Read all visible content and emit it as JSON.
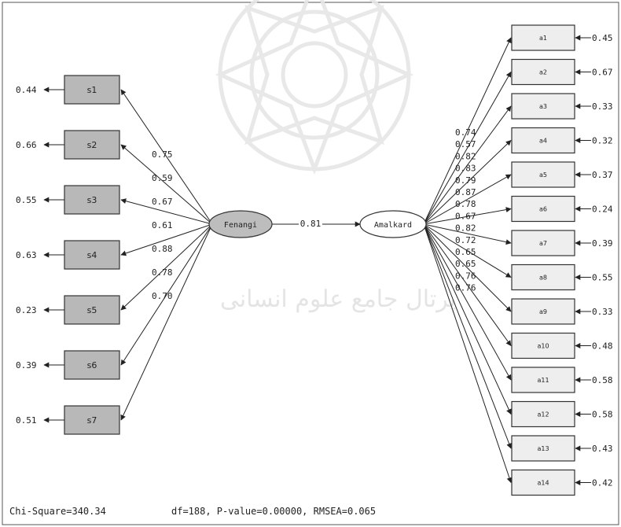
{
  "latent": {
    "left": {
      "label": "Fenangi"
    },
    "right": {
      "label": "Amalkard"
    },
    "path_coefficient": "0.81"
  },
  "left_indicators": [
    {
      "label": "s1",
      "loading": "0.75",
      "error": "0.44"
    },
    {
      "label": "s2",
      "loading": "0.59",
      "error": "0.66"
    },
    {
      "label": "s3",
      "loading": "0.67",
      "error": "0.55"
    },
    {
      "label": "s4",
      "loading": "0.61",
      "error": "0.63"
    },
    {
      "label": "s5",
      "loading": "0.88",
      "error": "0.23"
    },
    {
      "label": "s6",
      "loading": "0.78",
      "error": "0.39"
    },
    {
      "label": "s7",
      "loading": "0.70",
      "error": "0.51"
    }
  ],
  "right_indicators": [
    {
      "label": "a1",
      "loading": "0.74",
      "error": "0.45"
    },
    {
      "label": "a2",
      "loading": "0.57",
      "error": "0.67"
    },
    {
      "label": "a3",
      "loading": "0.82",
      "error": "0.33"
    },
    {
      "label": "a4",
      "loading": "0.83",
      "error": "0.32"
    },
    {
      "label": "a5",
      "loading": "0.79",
      "error": "0.37"
    },
    {
      "label": "a6",
      "loading": "0.87",
      "error": "0.24"
    },
    {
      "label": "a7",
      "loading": "0.78",
      "error": "0.39"
    },
    {
      "label": "a8",
      "loading": "0.67",
      "error": "0.55"
    },
    {
      "label": "a9",
      "loading": "0.82",
      "error": "0.33"
    },
    {
      "label": "a10",
      "loading": "0.72",
      "error": "0.48"
    },
    {
      "label": "a11",
      "loading": "0.65",
      "error": "0.58"
    },
    {
      "label": "a12",
      "loading": "0.65",
      "error": "0.58"
    },
    {
      "label": "a13",
      "loading": "0.76",
      "error": "0.43"
    },
    {
      "label": "a14",
      "loading": "0.76",
      "error": "0.42"
    }
  ],
  "fit_statistics": {
    "chi_square": "Chi-Square=340.34",
    "rest": "df=188, P-value=0.00000, RMSEA=0.065"
  },
  "watermark_text": "پرتال جامع علوم انسانی",
  "colors": {
    "indicator_left_fill": "#b8b8b8",
    "indicator_right_fill": "#eeeeee",
    "latent_left_fill": "#bdbdbd",
    "latent_right_fill": "#ffffff"
  }
}
